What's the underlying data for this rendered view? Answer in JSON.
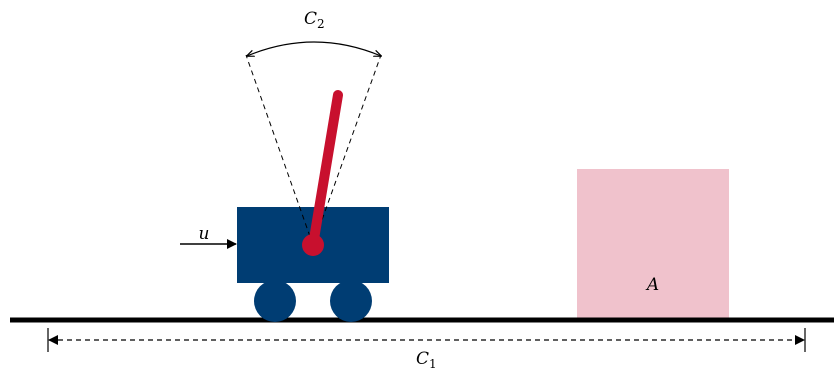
{
  "labels": {
    "force": "u",
    "track_range_letter": "C",
    "track_range_subscript": "1",
    "angle_range_letter": "C",
    "angle_range_subscript": "2",
    "target": "A"
  },
  "colors": {
    "cart": "#003d73",
    "pole": "#c8102e",
    "target_box": "#f0c2cc",
    "ink": "#000000"
  }
}
